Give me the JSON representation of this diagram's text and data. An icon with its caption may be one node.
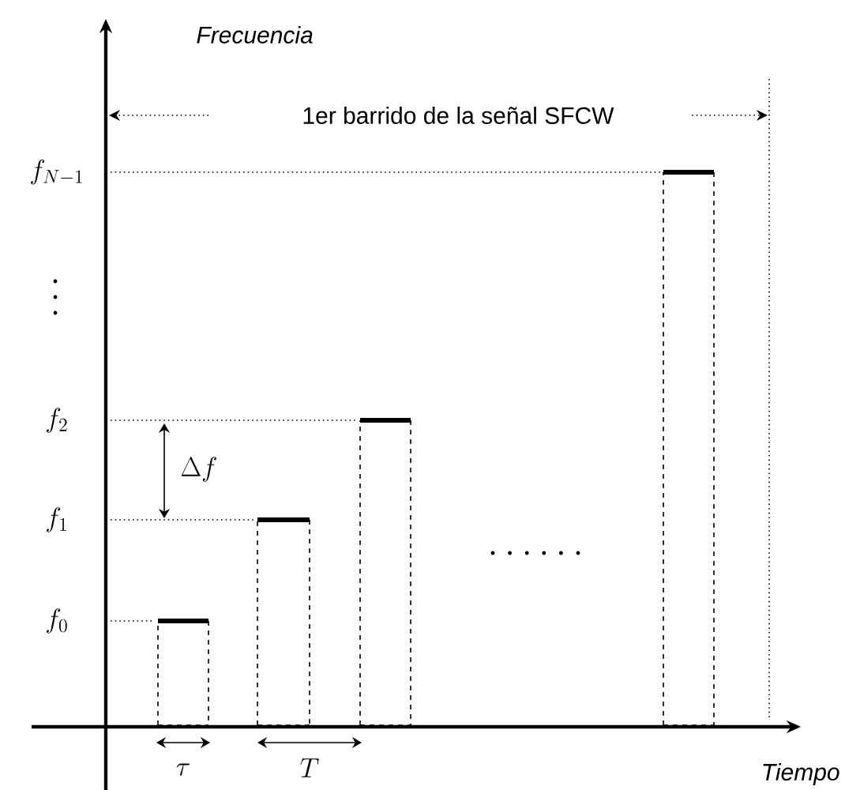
{
  "diagram": {
    "labels": [
      "Frecuencia",
      "1er barrido de la señal SFCW",
      "f_{N-1}",
      "f_2",
      "\\Delta f",
      "f_1",
      "f_0",
      "\\tau",
      "T",
      "Tiempo"
    ]
  }
}
